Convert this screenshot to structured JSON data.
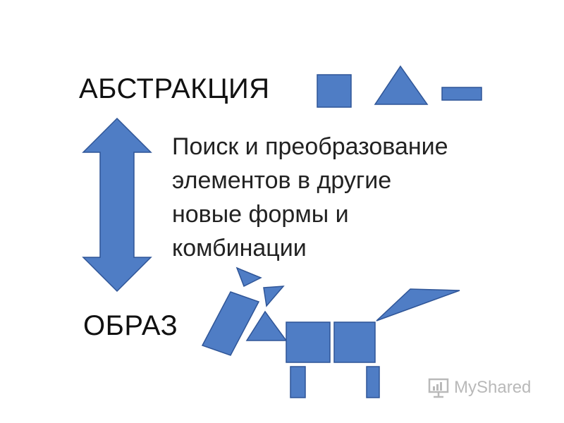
{
  "colors": {
    "shape_fill": "#4f7dc5",
    "shape_stroke": "#2f5597",
    "logo": "#b9b9b9"
  },
  "slide": {
    "top_label": "АБСТРАКЦИЯ",
    "bottom_label": "ОБРАЗ",
    "description_lines": [
      "Поиск и преобразование",
      "элементов в другие",
      "новые формы и",
      "комбинации"
    ]
  },
  "watermark": {
    "text": "MyShared"
  }
}
